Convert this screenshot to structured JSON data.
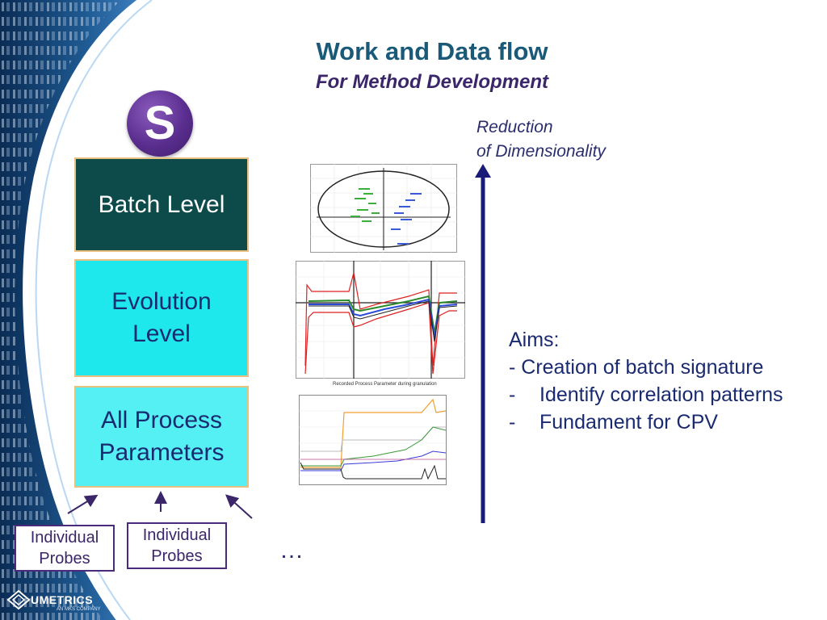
{
  "slide": {
    "title": "Work and Data flow",
    "subtitle": "For Method Development",
    "reduction_line1": "Reduction",
    "reduction_line2": "of Dimensionality",
    "logo_letter": "S",
    "levels": {
      "batch": "Batch Level",
      "evolution_line1": "Evolution",
      "evolution_line2": "Level",
      "allproc_line1": "All Process",
      "allproc_line2": "Parameters"
    },
    "probes": [
      {
        "line1": "Individual",
        "line2": "Probes"
      },
      {
        "line1": "Individual",
        "line2": "Probes"
      }
    ],
    "ellipsis": "…",
    "aims": {
      "heading": "Aims:",
      "item1": "- Creation of batch signature",
      "item2_dash": "-",
      "item2": "Identify correlation patterns",
      "item3_dash": "-",
      "item3": "Fundament for CPV"
    },
    "chart3_title": "Recorded Process Parameter during granulation",
    "brand": "UMETRICS",
    "brand_sub": "AN MKS COMPANY"
  },
  "colors": {
    "title": "#1a5a78",
    "subtitle": "#3a2668",
    "batch_box": "#0d4a4a",
    "evolution_box": "#1ee8ec",
    "allproc_box": "#55f0f4",
    "arrow": "#1a1a78",
    "sidebar": "#0e3a6a"
  }
}
